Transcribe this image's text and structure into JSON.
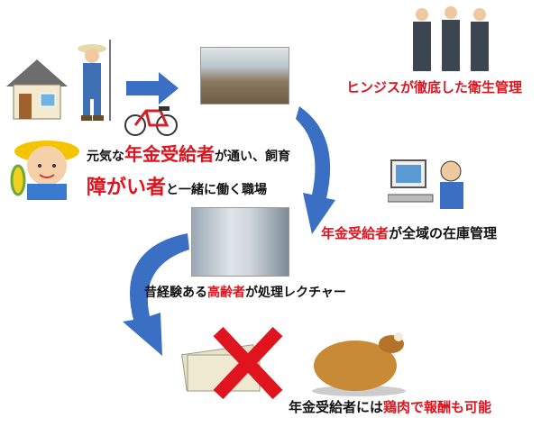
{
  "captions": {
    "line1_pre": "元気な",
    "line1_red": "年金受給者",
    "line1_post": "が通い、飼育",
    "line2_red": "障がい者",
    "line2_post": "と一緒に働く職場",
    "hygiene": "ヒンジスが徹底した衛生管理",
    "inventory_red": "年金受給者",
    "inventory_post": "が全域の在庫管理",
    "lecture_pre": "昔経験ある",
    "lecture_red": "高齢者",
    "lecture_post": "が処理レクチャー",
    "reward_pre": "年金受給者には",
    "reward_red": "鶏肉で報酬も可能"
  },
  "colors": {
    "accent_red": "#e0141e",
    "arrow_blue": "#3a6fc4"
  }
}
